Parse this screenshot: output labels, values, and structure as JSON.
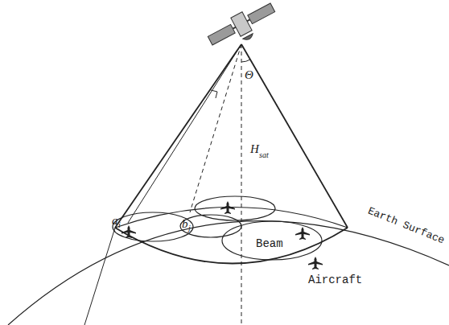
{
  "diagram": {
    "labels": [
      "Θ",
      "H",
      "sat",
      "a",
      "i",
      "b",
      "j",
      "Beam",
      "Earth Surface",
      "Aircraft"
    ]
  }
}
